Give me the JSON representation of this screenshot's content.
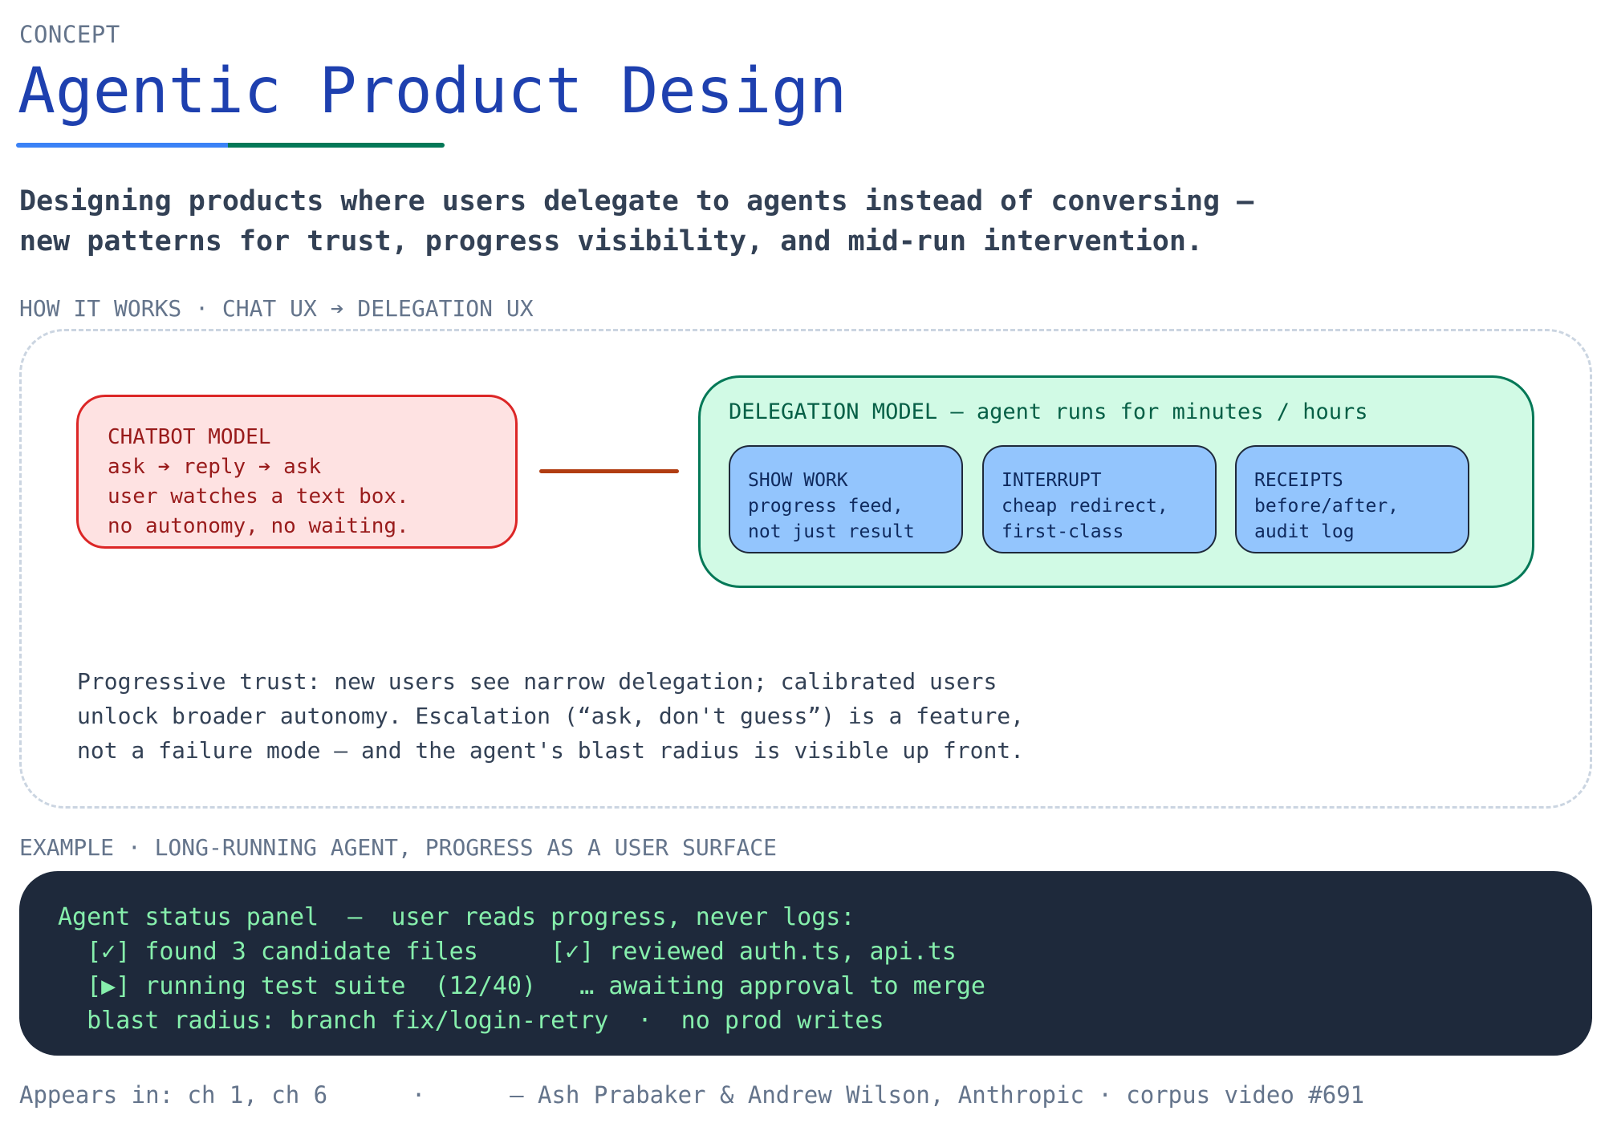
{
  "header": {
    "eyebrow": "CONCEPT",
    "title": "Agentic Product Design",
    "subtitle_lines": [
      "Designing products where users delegate to agents instead of conversing —",
      "new patterns for trust, progress visibility, and mid-run intervention."
    ],
    "underline_colors": [
      "#3b82f6",
      "#047857"
    ]
  },
  "how_it_works": {
    "label": "HOW IT WORKS  ·  CHAT UX  ➔  DELEGATION UX",
    "chatbot": {
      "title": "CHATBOT MODEL",
      "lines": [
        "ask  ➔  reply  ➔  ask",
        "user watches a text box.",
        "no autonomy, no waiting."
      ]
    },
    "delegation": {
      "title": "DELEGATION MODEL  —  agent runs for minutes / hours",
      "cards": [
        {
          "title": "SHOW WORK",
          "lines": [
            "progress feed,",
            "not just result"
          ]
        },
        {
          "title": "INTERRUPT",
          "lines": [
            "cheap redirect,",
            "first-class"
          ]
        },
        {
          "title": "RECEIPTS",
          "lines": [
            "before/after,",
            "audit log"
          ]
        }
      ]
    },
    "trust_lines": [
      "Progressive trust: new users see narrow delegation; calibrated users",
      "unlock broader autonomy. Escalation (“ask, don't guess”) is a feature,",
      "not a failure mode — and the agent's blast radius is visible up front."
    ]
  },
  "example": {
    "label": "EXAMPLE  ·  LONG-RUNNING AGENT, PROGRESS AS A USER SURFACE",
    "panel_lines": [
      "Agent status panel  —  user reads progress, never logs:",
      "  [✓] found 3 candidate files     [✓] reviewed auth.ts, api.ts",
      "  [▶] running test suite  (12/40)   … awaiting approval to merge",
      "  blast radius: branch fix/login-retry  ·  no prod writes"
    ]
  },
  "footer": "Appears in: ch 1, ch 6      ·      — Ash Prabaker & Andrew Wilson, Anthropic · corpus video #691",
  "colors": {
    "title": "#1e40af",
    "chatbot_fill": "#fee2e2",
    "chatbot_stroke": "#dc2626",
    "delegation_fill": "#d1fae5",
    "delegation_stroke": "#047857",
    "card_fill": "#93c5fd",
    "terminal_bg": "#1e293b",
    "terminal_text": "#86efac",
    "connector": "#b13d12"
  }
}
